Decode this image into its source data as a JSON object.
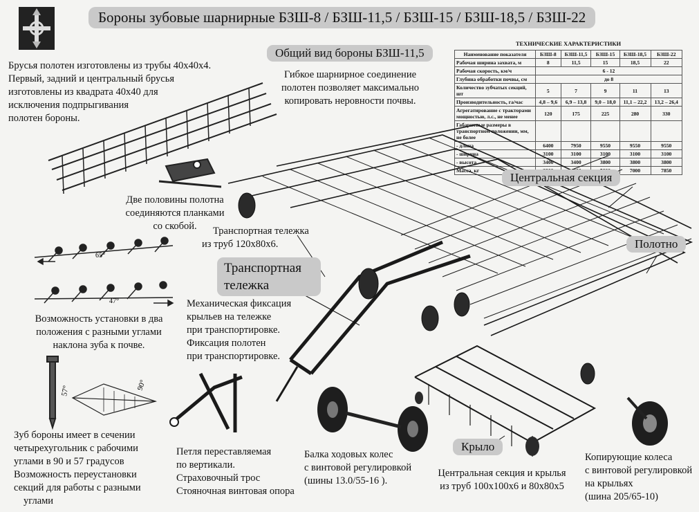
{
  "header": {
    "title": "Бороны зубовые шарнирные БЗШ-8 / БЗШ-11,5 / БЗШ-15 / БЗШ-18,5 / БЗШ-22"
  },
  "labels": {
    "general_view": "Общий вид бороны БЗШ-11,5",
    "central_section": "Центральная секция",
    "polotno": "Полотно",
    "transport_cart": "Транспортная тележка",
    "wing": "Крыло"
  },
  "texts": {
    "beams": [
      "Брусья полотен изготовлены из трубы 40х40х4.",
      "Первый, задний и центральный брусья",
      "изготовлены из квадрата 40х40 для",
      "исключения подпрыгивания",
      "полотен бороны."
    ],
    "flex": [
      "Гибкое шарнирное соединение",
      "полотен позволяет максимально",
      "копировать неровности почвы."
    ],
    "halves": [
      "Две половины полотна",
      "соединяются планками",
      "со скобой."
    ],
    "cart_pipes": [
      "Транспортная тележка",
      "из труб 120х80х6."
    ],
    "tilt": [
      "Возможность установки в два",
      "положения с разными углами",
      "наклона зуба к почве."
    ],
    "fixation": [
      "Механическая фиксация",
      "крыльев на тележке",
      "при транспортировке.",
      "Фиксация полотен",
      "при транспортировке."
    ],
    "tooth": [
      "Зуб бороны имеет в сечении",
      "четырехугольник с рабочими",
      "углами в 90 и 57 градусов",
      "Возможность переустановки",
      "секций для работы с разными",
      "углами"
    ],
    "loop": [
      "Петля переставляемая",
      "по вертикали.",
      "Страховочный трос",
      "Стояночная винтовая опора"
    ],
    "wheels_beam": [
      "Балка ходовых колес",
      "с винтовой регулировкой",
      "(шины 13.0/55-16 )."
    ],
    "section_pipes": [
      "Центральная секция и крылья",
      "из труб 100х100х6 и 80х80х5"
    ],
    "copy_wheels": [
      "Копирующие колеса",
      "с винтовой регулировкой",
      "на крыльях",
      "(шина 205/65-10)"
    ]
  },
  "angles": {
    "a65": "65°",
    "a47": "47°",
    "a57": "57°",
    "a90": "90°"
  },
  "spec": {
    "title": "ТЕХНИЧЕСКИЕ ХАРАКТЕРИСТИКИ",
    "headers": [
      "Наименование показателя",
      "БЗШ-8",
      "БЗШ-11,5",
      "БЗШ-15",
      "БЗШ-18,5",
      "БЗШ-22"
    ],
    "rows": [
      {
        "name": "Рабочая ширина захвата, м",
        "vals": [
          "8",
          "11,5",
          "15",
          "18,5",
          "22"
        ]
      },
      {
        "name": "Рабочая скорость, км/ч",
        "span": "6 - 12"
      },
      {
        "name": "Глубина обработки почвы, см",
        "span": "до 8"
      },
      {
        "name": "Количество зубчатых секций, шт",
        "vals": [
          "5",
          "7",
          "9",
          "11",
          "13"
        ]
      },
      {
        "name": "Производительность, га/час",
        "vals": [
          "4,8 – 9,6",
          "6,9 – 13,8",
          "9,0 – 18,0",
          "11,1 – 22,2",
          "13,2 – 26,4"
        ]
      },
      {
        "name": "Агрегатирование с тракторами мощностью, л.с., не менее",
        "vals": [
          "120",
          "175",
          "225",
          "280",
          "330"
        ]
      },
      {
        "name": "Габаритные размеры в транспортном положении, мм, не более",
        "vals": [
          "",
          "",
          "",
          "",
          ""
        ]
      },
      {
        "name": "- длина",
        "vals": [
          "6400",
          "7950",
          "9550",
          "9550",
          "9550"
        ]
      },
      {
        "name": "- ширина",
        "vals": [
          "3100",
          "3100",
          "3100",
          "3100",
          "3100"
        ]
      },
      {
        "name": "- высота",
        "vals": [
          "3400",
          "3400",
          "3800",
          "3800",
          "3800"
        ]
      },
      {
        "name": "Масса, кг",
        "vals": [
          "3800",
          "4800",
          "5800",
          "7000",
          "7850"
        ]
      }
    ]
  },
  "colors": {
    "pill": "#c9c9c9",
    "ink": "#111111",
    "paper": "#f4f4f2"
  }
}
